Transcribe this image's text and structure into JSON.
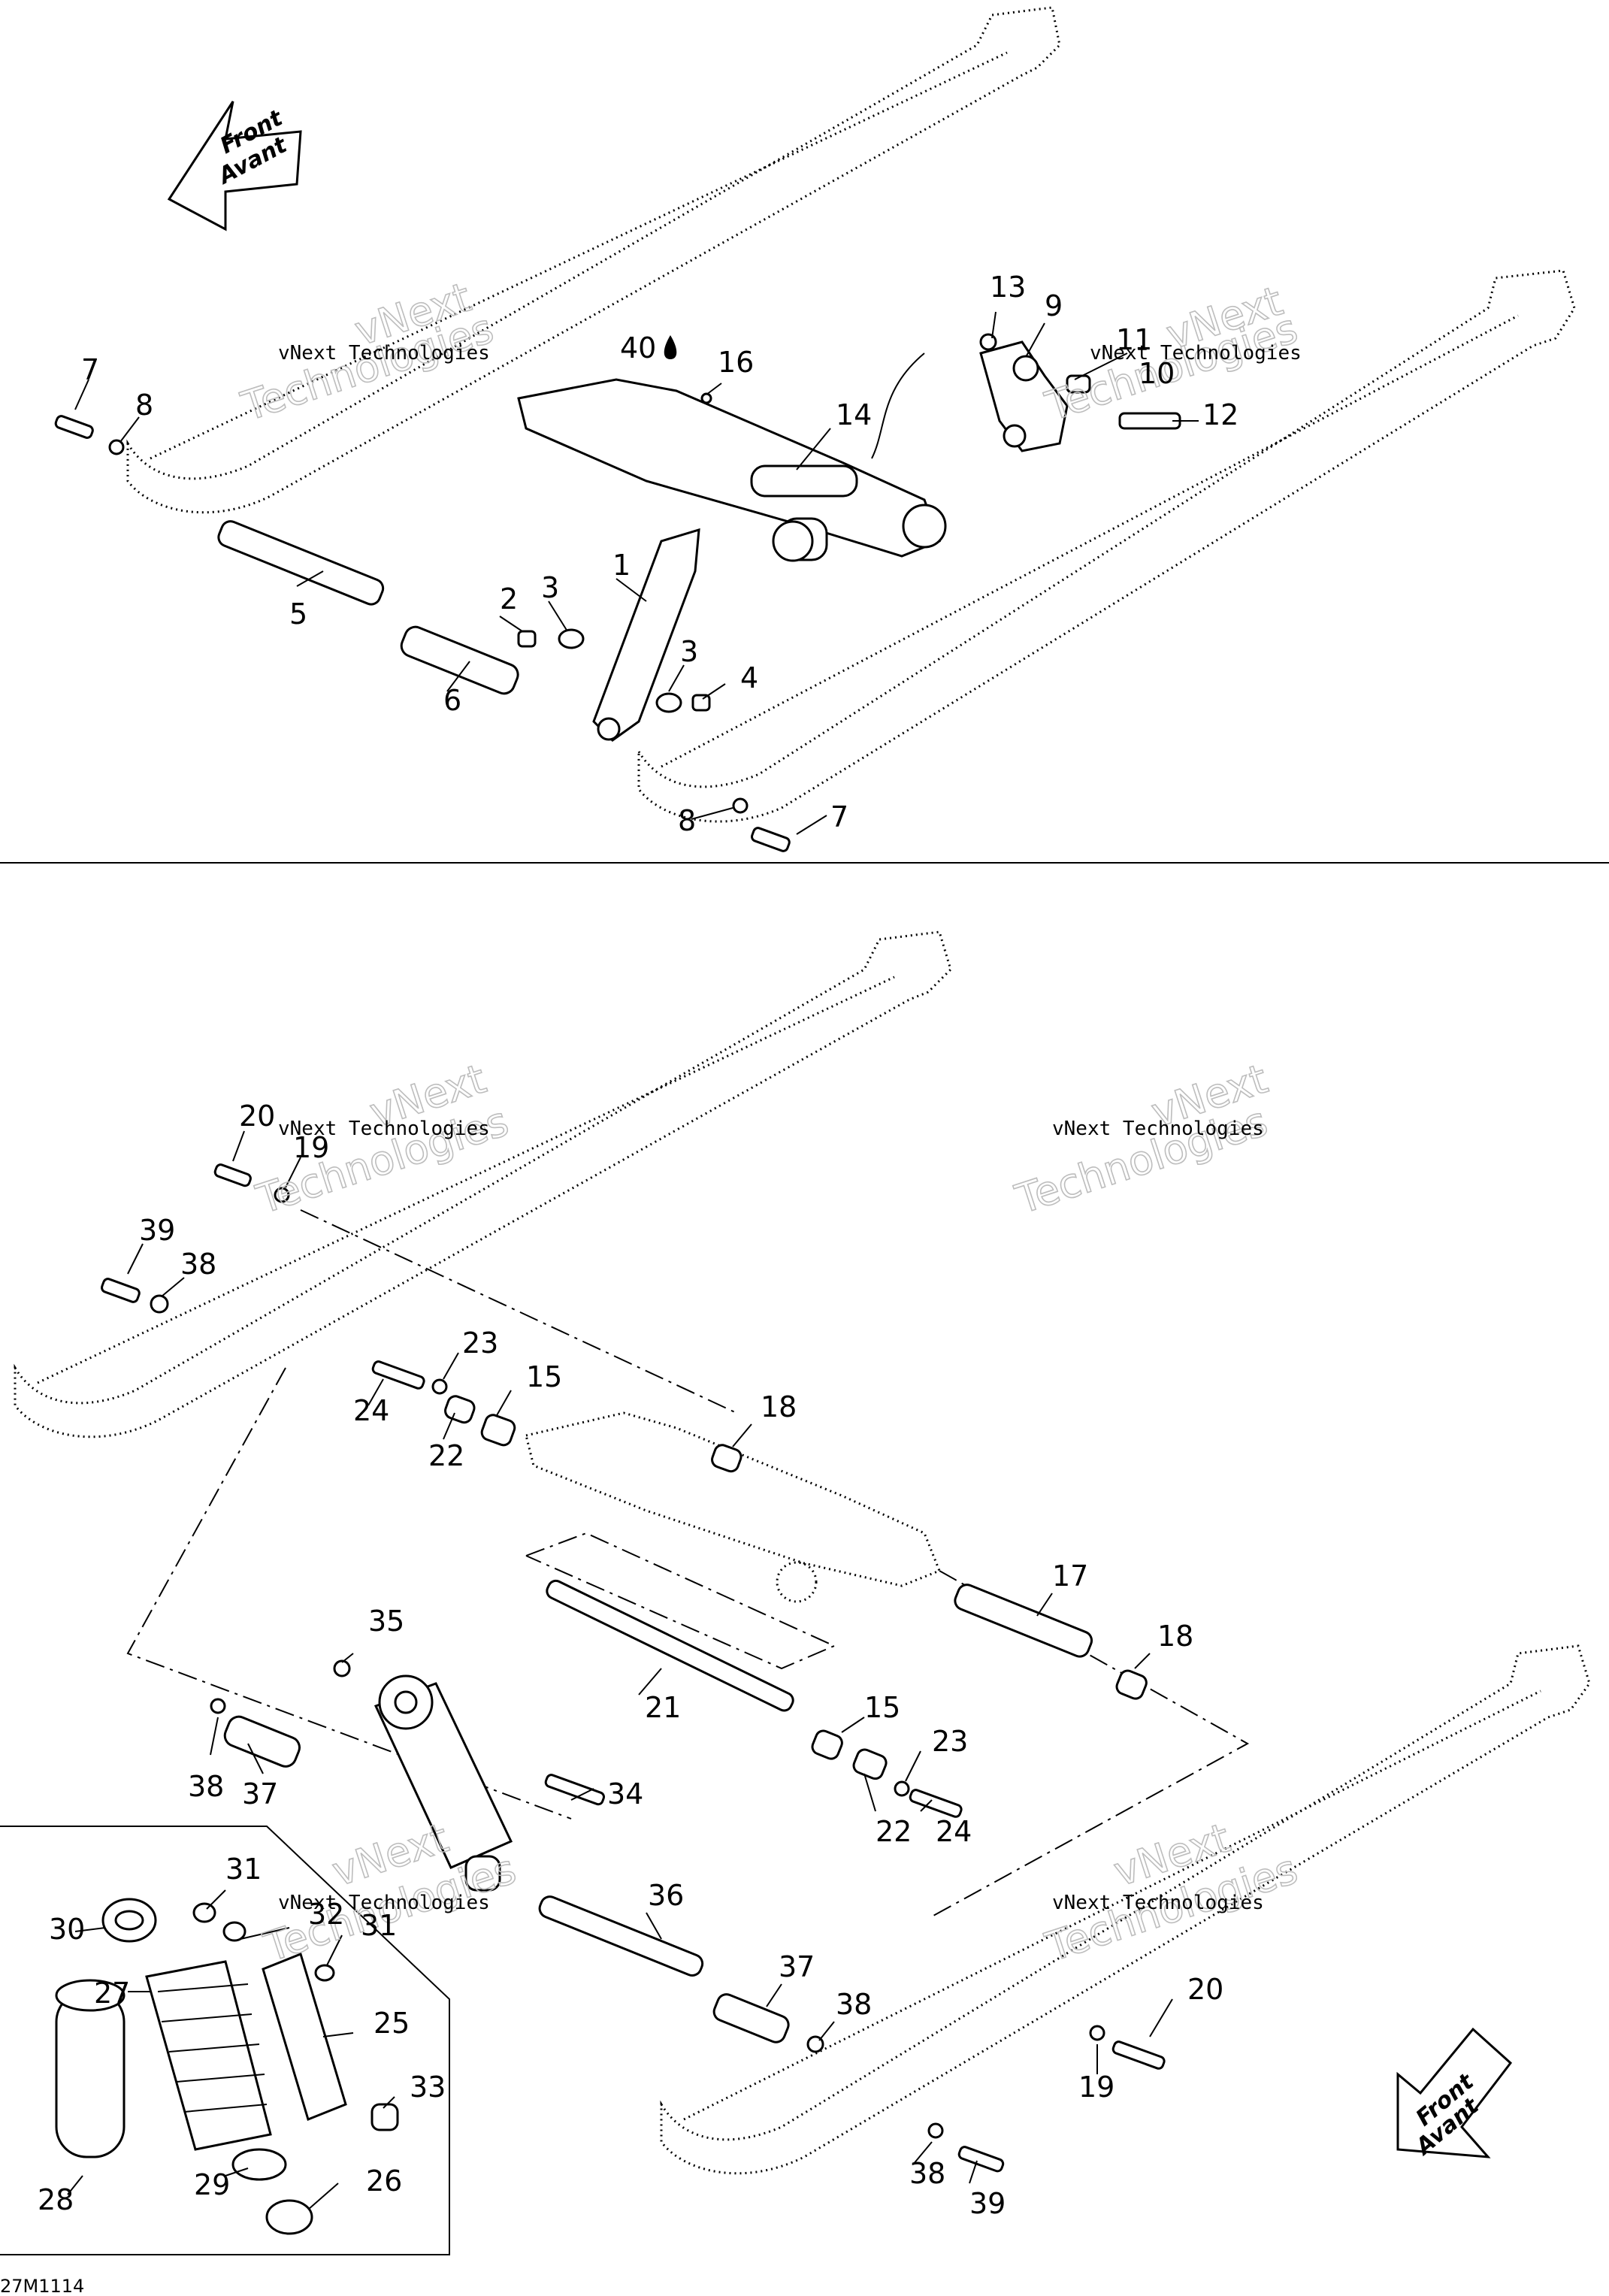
{
  "diagram": {
    "figure_id": "27M1114",
    "direction_label": {
      "line1": "Front",
      "line2": "Avant"
    },
    "watermark": {
      "small": "vNext Technologies",
      "large_line1": "vNext",
      "large_line2": "Technologies"
    },
    "lubricant_callout": "40",
    "callouts": {
      "top": [
        "7",
        "8",
        "40",
        "16",
        "13",
        "9",
        "11",
        "10",
        "12",
        "14",
        "1",
        "2",
        "3",
        "3",
        "4",
        "5",
        "6",
        "8",
        "7"
      ],
      "bottom": [
        "20",
        "19",
        "39",
        "38",
        "23",
        "15",
        "24",
        "22",
        "18",
        "17",
        "18",
        "35",
        "21",
        "15",
        "23",
        "22",
        "24",
        "38",
        "37",
        "34",
        "31",
        "32",
        "31",
        "30",
        "27",
        "25",
        "33",
        "28",
        "29",
        "26",
        "36",
        "37",
        "38",
        "20",
        "19",
        "38",
        "39"
      ]
    }
  }
}
